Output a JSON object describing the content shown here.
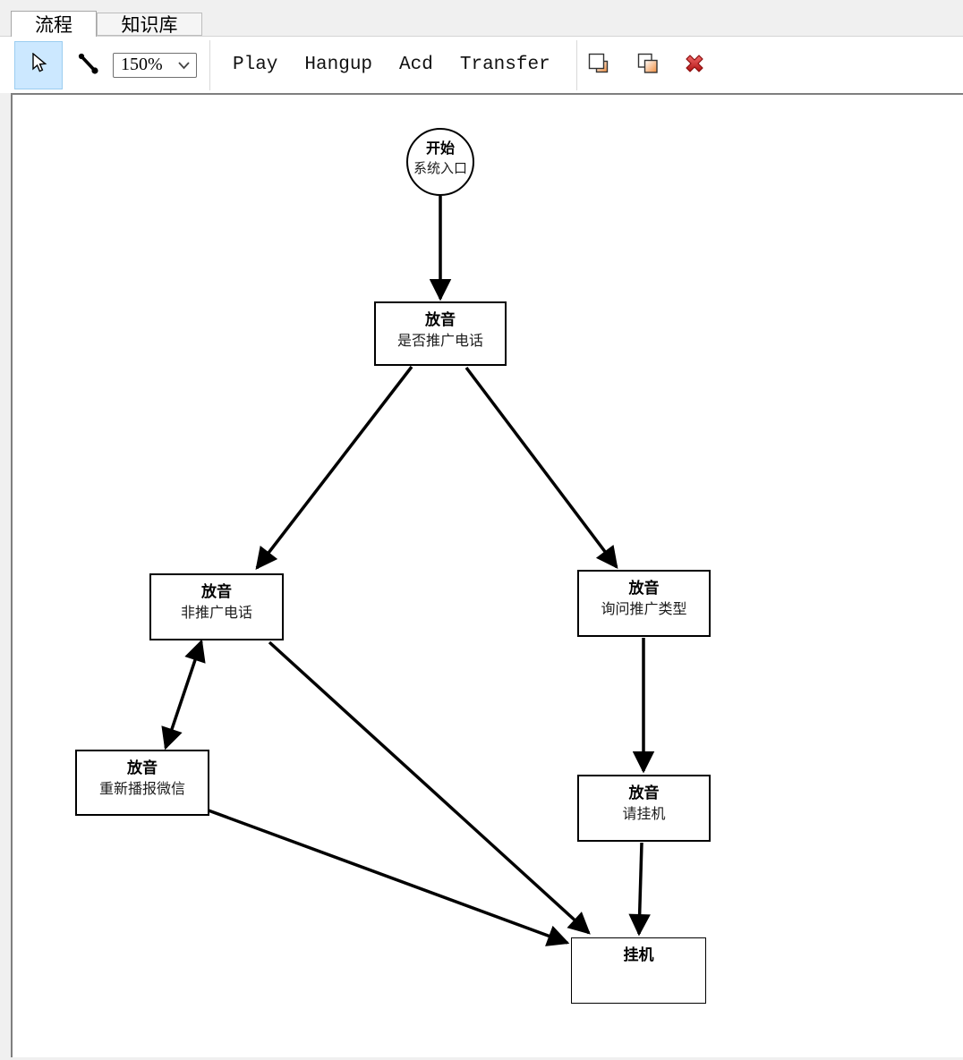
{
  "tabs": [
    {
      "label": "流程",
      "active": true
    },
    {
      "label": "知识库",
      "active": false
    }
  ],
  "toolbar": {
    "zoom_value": "150%",
    "buttons": [
      {
        "label": "Play"
      },
      {
        "label": "Hangup"
      },
      {
        "label": "Acd"
      },
      {
        "label": "Transfer"
      }
    ],
    "icon_tools": [
      "select-tool",
      "connector-tool",
      "copy",
      "paste",
      "delete"
    ],
    "selected_tool": "select-tool",
    "colors": {
      "selected_tool_bg": "#cce8ff",
      "icon_orange": "#f08c3c",
      "delete_red": "#d22f2f"
    }
  },
  "flowchart": {
    "nodes": [
      {
        "id": "start",
        "shape": "circle",
        "title": "开始",
        "subtitle": "系统入口"
      },
      {
        "id": "check-promo",
        "shape": "box",
        "title": "放音",
        "subtitle": "是否推广电话"
      },
      {
        "id": "non-promo",
        "shape": "box",
        "title": "放音",
        "subtitle": "非推广电话"
      },
      {
        "id": "ask-promo-type",
        "shape": "box",
        "title": "放音",
        "subtitle": "询问推广类型"
      },
      {
        "id": "rebroadcast-wechat",
        "shape": "box",
        "title": "放音",
        "subtitle": "重新播报微信"
      },
      {
        "id": "please-hangup",
        "shape": "box",
        "title": "放音",
        "subtitle": "请挂机"
      },
      {
        "id": "hangup",
        "shape": "box",
        "title": "挂机",
        "subtitle": ""
      }
    ],
    "edges": [
      {
        "from": "start",
        "to": "check-promo",
        "bidirectional": false
      },
      {
        "from": "check-promo",
        "to": "non-promo",
        "bidirectional": false
      },
      {
        "from": "check-promo",
        "to": "ask-promo-type",
        "bidirectional": false
      },
      {
        "from": "non-promo",
        "to": "rebroadcast-wechat",
        "bidirectional": true
      },
      {
        "from": "non-promo",
        "to": "hangup",
        "bidirectional": false
      },
      {
        "from": "rebroadcast-wechat",
        "to": "hangup",
        "bidirectional": false
      },
      {
        "from": "ask-promo-type",
        "to": "please-hangup",
        "bidirectional": false
      },
      {
        "from": "please-hangup",
        "to": "hangup",
        "bidirectional": false
      }
    ]
  }
}
